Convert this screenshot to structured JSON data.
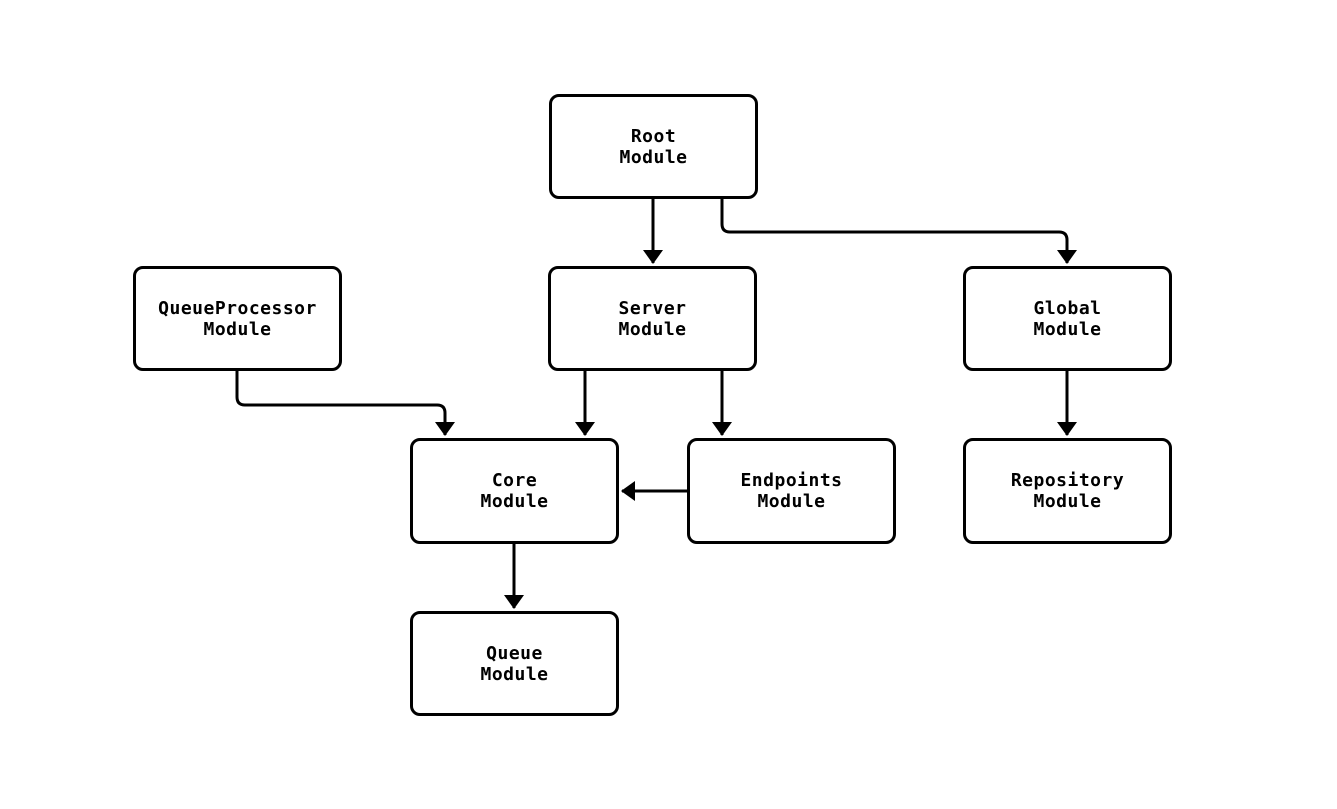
{
  "diagram": {
    "type": "flowchart",
    "background_color": "#ffffff",
    "node_fill_color": "#ffffff",
    "node_border_color": "#000000",
    "edge_color": "#000000",
    "text_color": "#000000",
    "nodes": {
      "root": {
        "label": "Root\nModule"
      },
      "queueprocessor": {
        "label": "QueueProcessor\nModule"
      },
      "server": {
        "label": "Server\nModule"
      },
      "global": {
        "label": "Global\nModule"
      },
      "core": {
        "label": "Core\nModule"
      },
      "endpoints": {
        "label": "Endpoints\nModule"
      },
      "repository": {
        "label": "Repository\nModule"
      },
      "queue": {
        "label": "Queue\nModule"
      }
    },
    "edges": [
      {
        "from": "Root Module",
        "to": "Server Module",
        "style": "arrow"
      },
      {
        "from": "Root Module",
        "to": "Global Module",
        "style": "arrow"
      },
      {
        "from": "QueueProcessor Module",
        "to": "Core Module",
        "style": "arrow"
      },
      {
        "from": "Server Module",
        "to": "Core Module",
        "style": "arrow"
      },
      {
        "from": "Server Module",
        "to": "Endpoints Module",
        "style": "arrow"
      },
      {
        "from": "Endpoints Module",
        "to": "Core Module",
        "style": "arrow"
      },
      {
        "from": "Global Module",
        "to": "Repository Module",
        "style": "arrow"
      },
      {
        "from": "Core Module",
        "to": "Queue Module",
        "style": "arrow"
      }
    ]
  }
}
